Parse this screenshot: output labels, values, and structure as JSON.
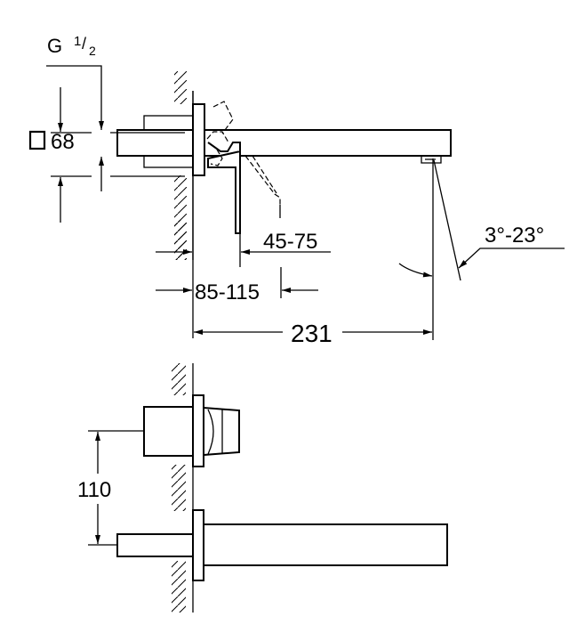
{
  "title": "Wall-mounted basin mixer dimension drawing",
  "side_view": {
    "thread_label": "G",
    "thread_fraction_num": "1",
    "thread_fraction_den": "2",
    "rosette_size": "68",
    "rosette_symbol": "square-icon",
    "handle_projection": "45-75",
    "wall_depth": "85-115",
    "spout_projection": "231",
    "aerator_angle": "3°-23°"
  },
  "front_view": {
    "centre_distance": "110"
  },
  "colors": {
    "line": "#000000",
    "background": "#ffffff"
  }
}
